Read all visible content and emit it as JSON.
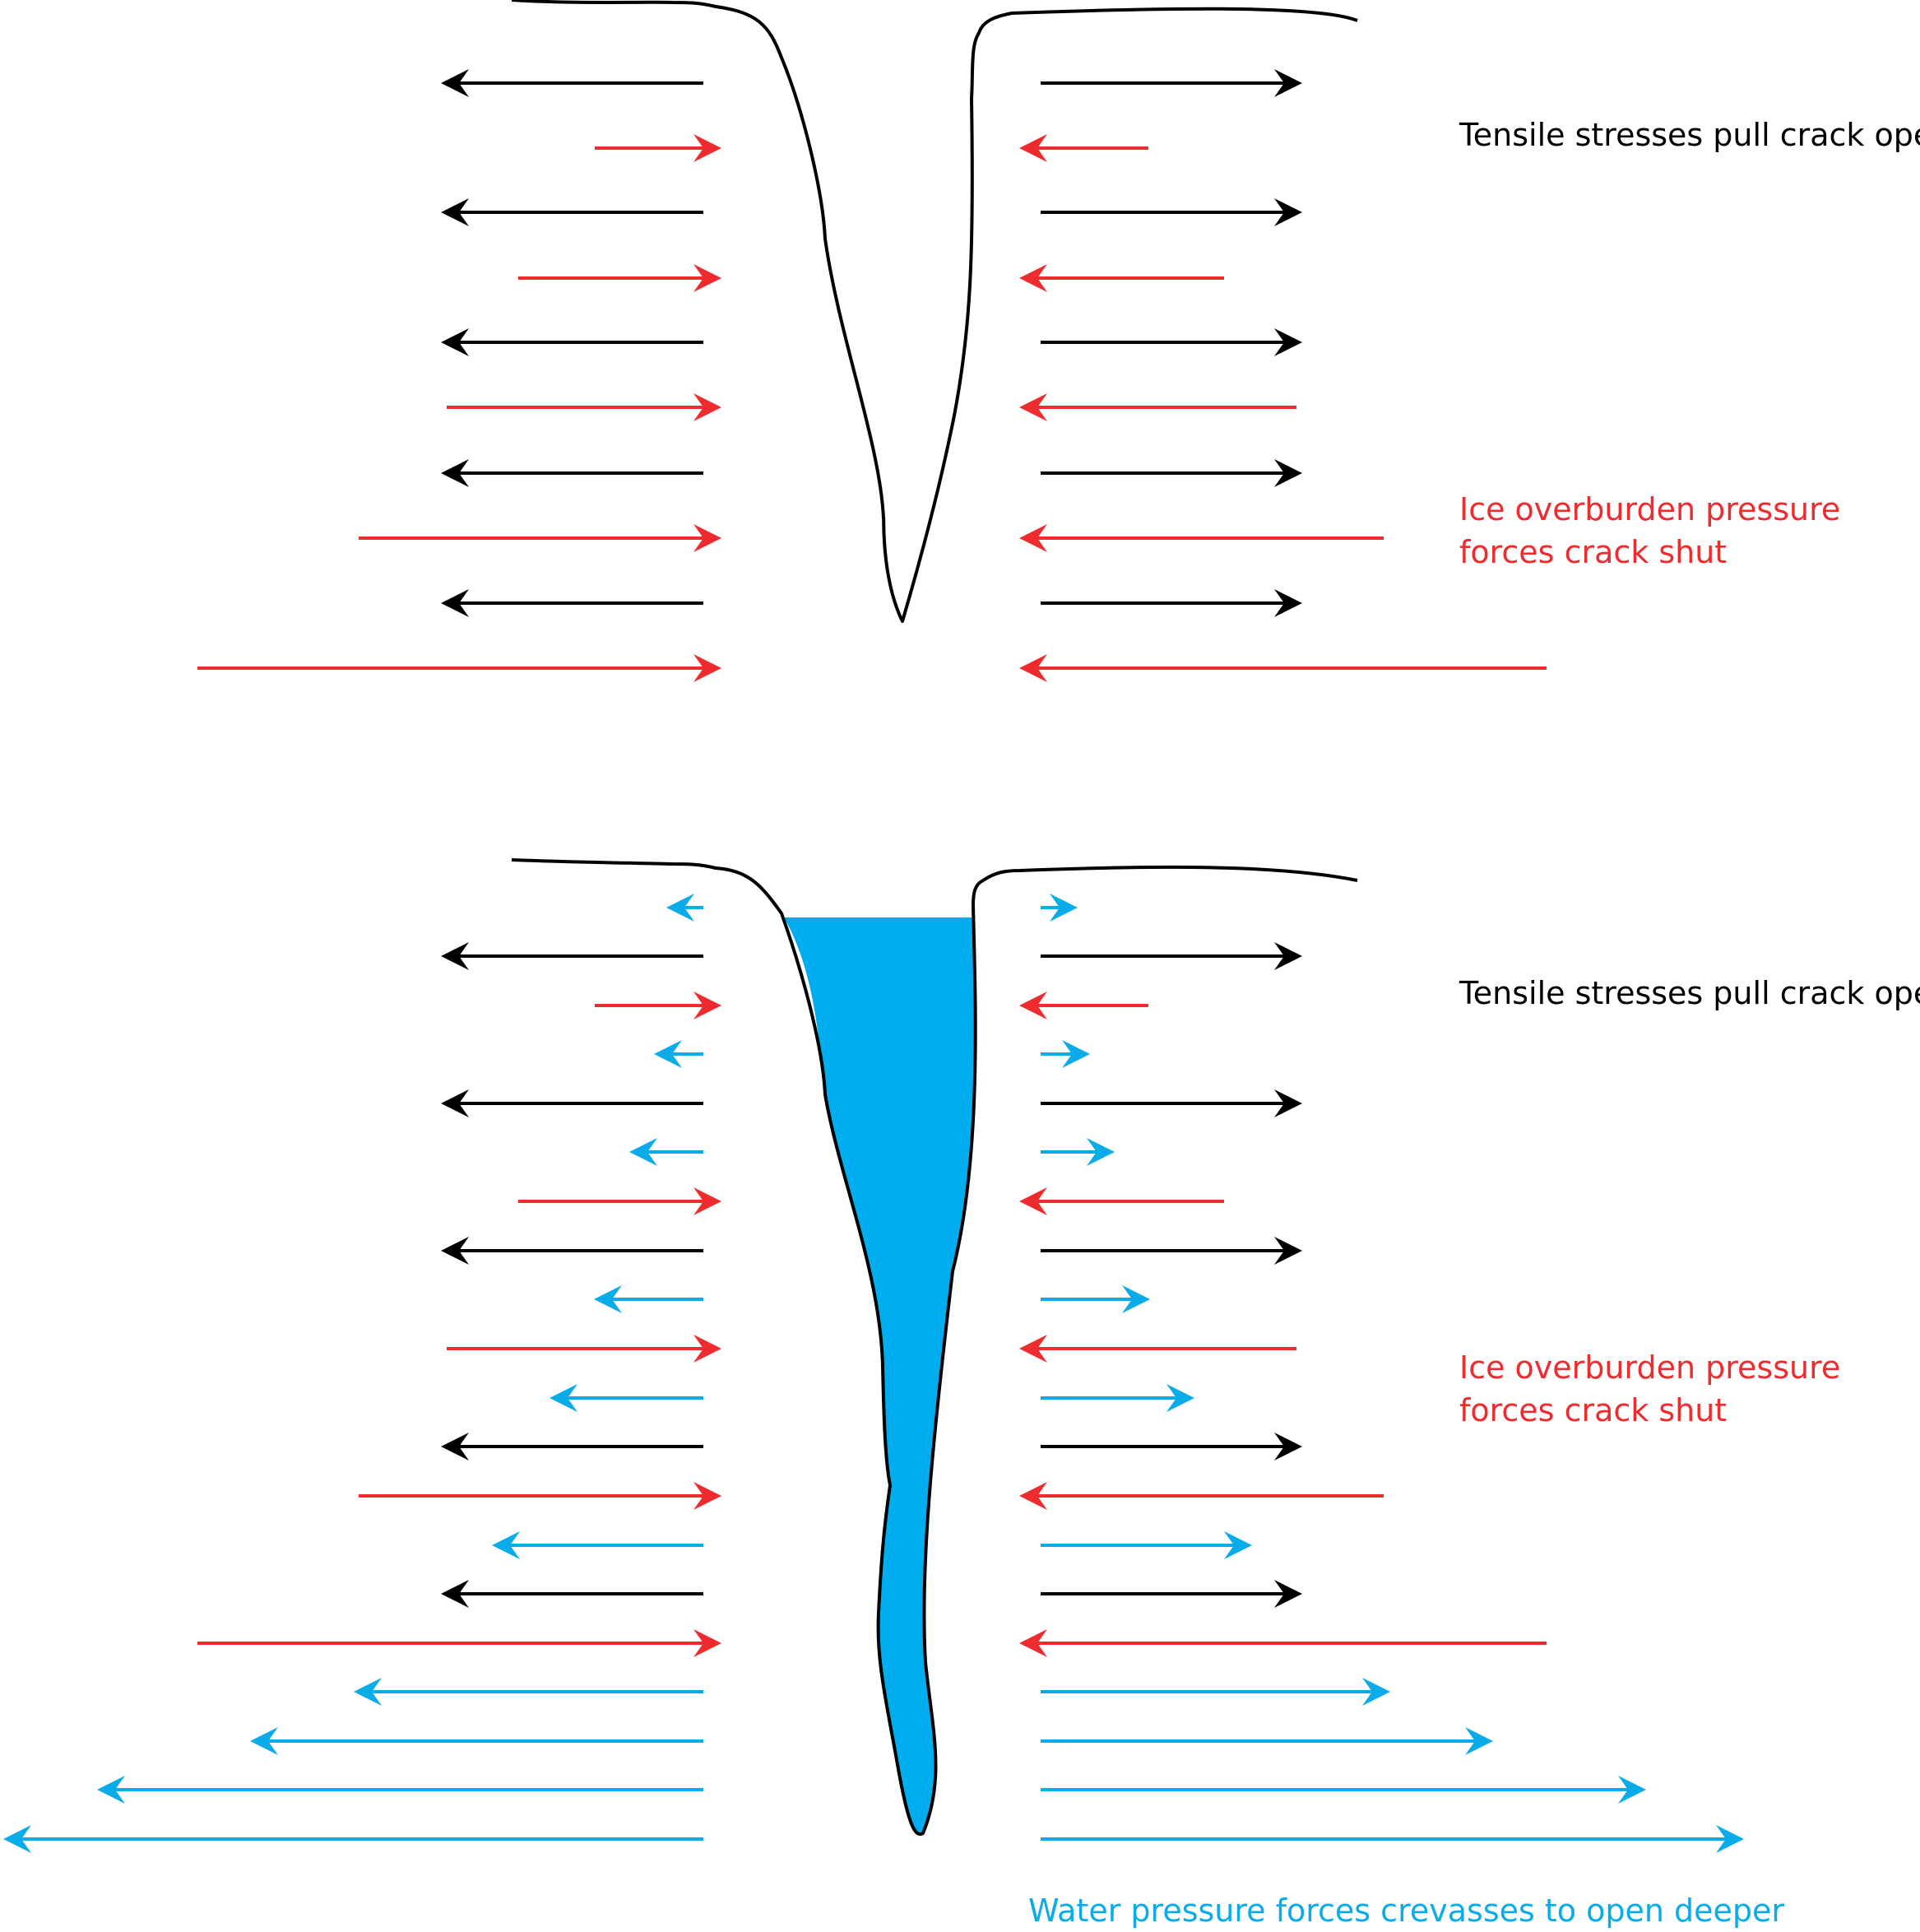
{
  "colors": {
    "tension": "#000000",
    "overburden": "#ee2b2e",
    "water": "#09abe9",
    "water_fill": "#00aeef",
    "outline": "#000000"
  },
  "top_panel": {
    "tension_label": "Tensile stresses pull crack open",
    "overburden_label": "Ice overburden pressure forces crack shut"
  },
  "bottom_panel": {
    "tension_label": "Tensile stresses pull crack open",
    "overburden_label": "Ice overburden pressure forces crack shut",
    "water_label": "Water pressure forces crevasses to open deeper"
  }
}
